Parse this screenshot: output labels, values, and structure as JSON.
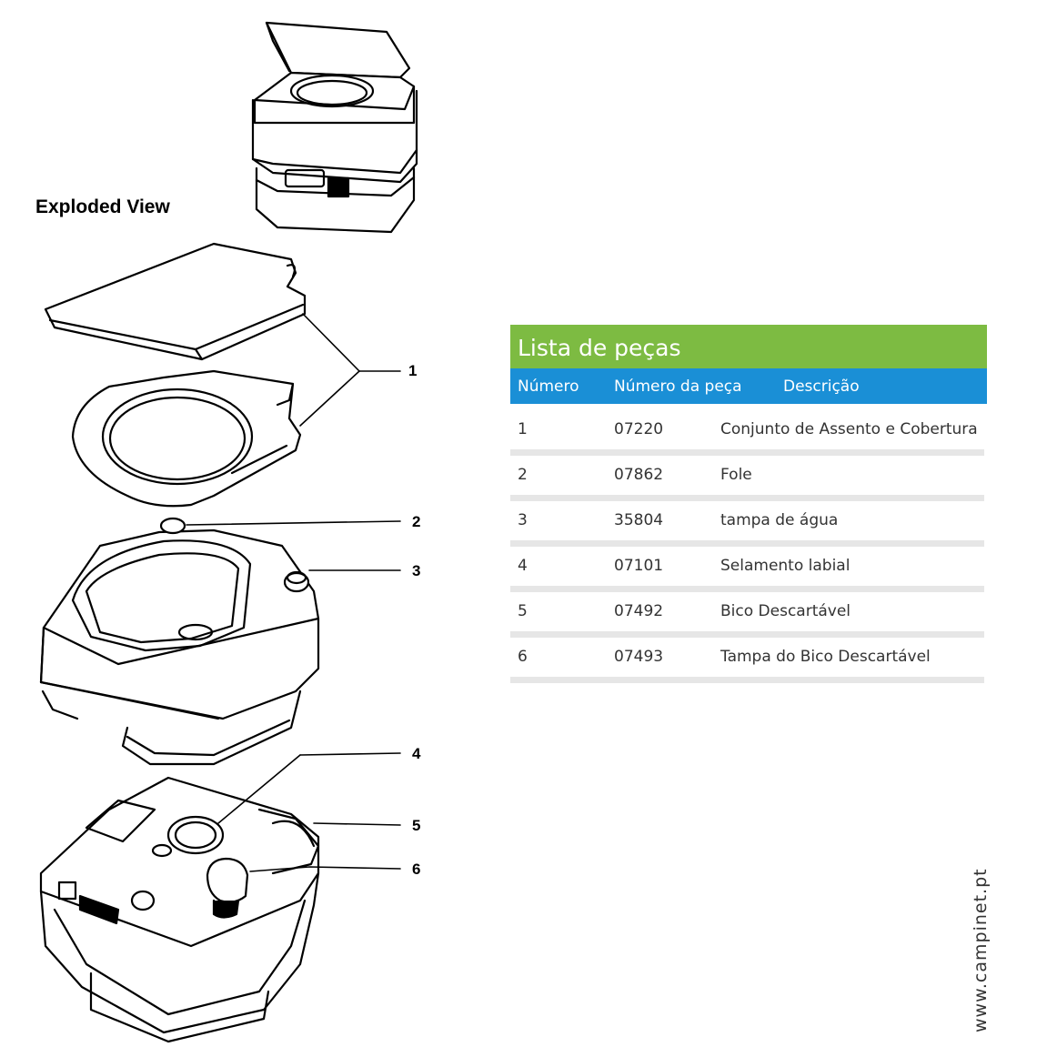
{
  "diagram": {
    "heading": "Exploded View",
    "callouts": [
      "1",
      "2",
      "3",
      "4",
      "5",
      "6"
    ]
  },
  "parts_table": {
    "title": "Lista de peças",
    "headers": [
      "Número",
      "Número da peça",
      "Descrição"
    ],
    "rows": [
      [
        "1",
        "07220",
        "Conjunto de Assento e Cobertura"
      ],
      [
        "2",
        "07862",
        "Fole"
      ],
      [
        "3",
        "35804",
        "tampa de água"
      ],
      [
        "4",
        "07101",
        "Selamento labial"
      ],
      [
        "5",
        "07492",
        "Bico Descartável"
      ],
      [
        "6",
        "07493",
        "Tampa do Bico Descartável"
      ]
    ],
    "colors": {
      "title_bg": "#7dbb42",
      "header_bg": "#1a8fd6",
      "separator": "#e6e6e6"
    }
  },
  "watermark": "www.campinet.pt"
}
